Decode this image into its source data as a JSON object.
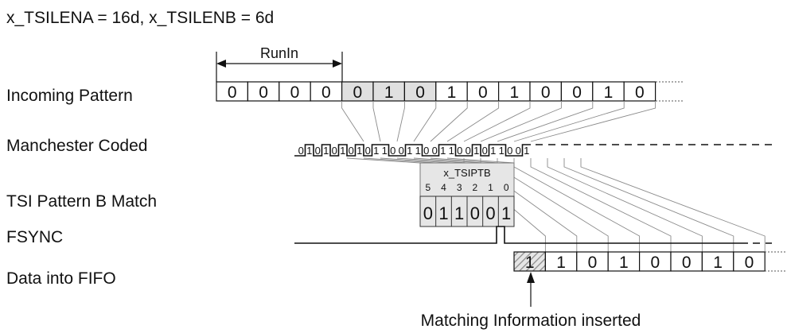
{
  "header": {
    "text": "x_TSILENA = 16d, x_TSILENB = 6d"
  },
  "labels": {
    "incoming": "Incoming Pattern",
    "manchester": "Manchester Coded",
    "tsi_match": "TSI Pattern B Match",
    "fsync": "FSYNC",
    "fifo": "Data into FIFO"
  },
  "runin": {
    "label": "RunIn"
  },
  "incoming_bits": [
    "0",
    "0",
    "0",
    "0",
    "0",
    "1",
    "0",
    "1",
    "0",
    "1",
    "0",
    "0",
    "1",
    "0"
  ],
  "manchester_bits": [
    "0",
    "1",
    "0",
    "1",
    "0",
    "1",
    "0",
    "1",
    "0",
    "1",
    "1",
    "0",
    "0",
    "1",
    "1",
    "0",
    "0",
    "1",
    "1",
    "0",
    "0",
    "1",
    "0",
    "1",
    "1",
    "0",
    "0",
    "1"
  ],
  "tsi_box": {
    "title": "x_TSIPTB",
    "indices": [
      "5",
      "4",
      "3",
      "2",
      "1",
      "0"
    ],
    "bits": [
      "0",
      "1",
      "1",
      "0",
      "0",
      "1"
    ]
  },
  "fifo_bits": [
    "1",
    "1",
    "0",
    "1",
    "0",
    "0",
    "1",
    "0"
  ],
  "annotation": {
    "text": "Matching Information inserted"
  }
}
